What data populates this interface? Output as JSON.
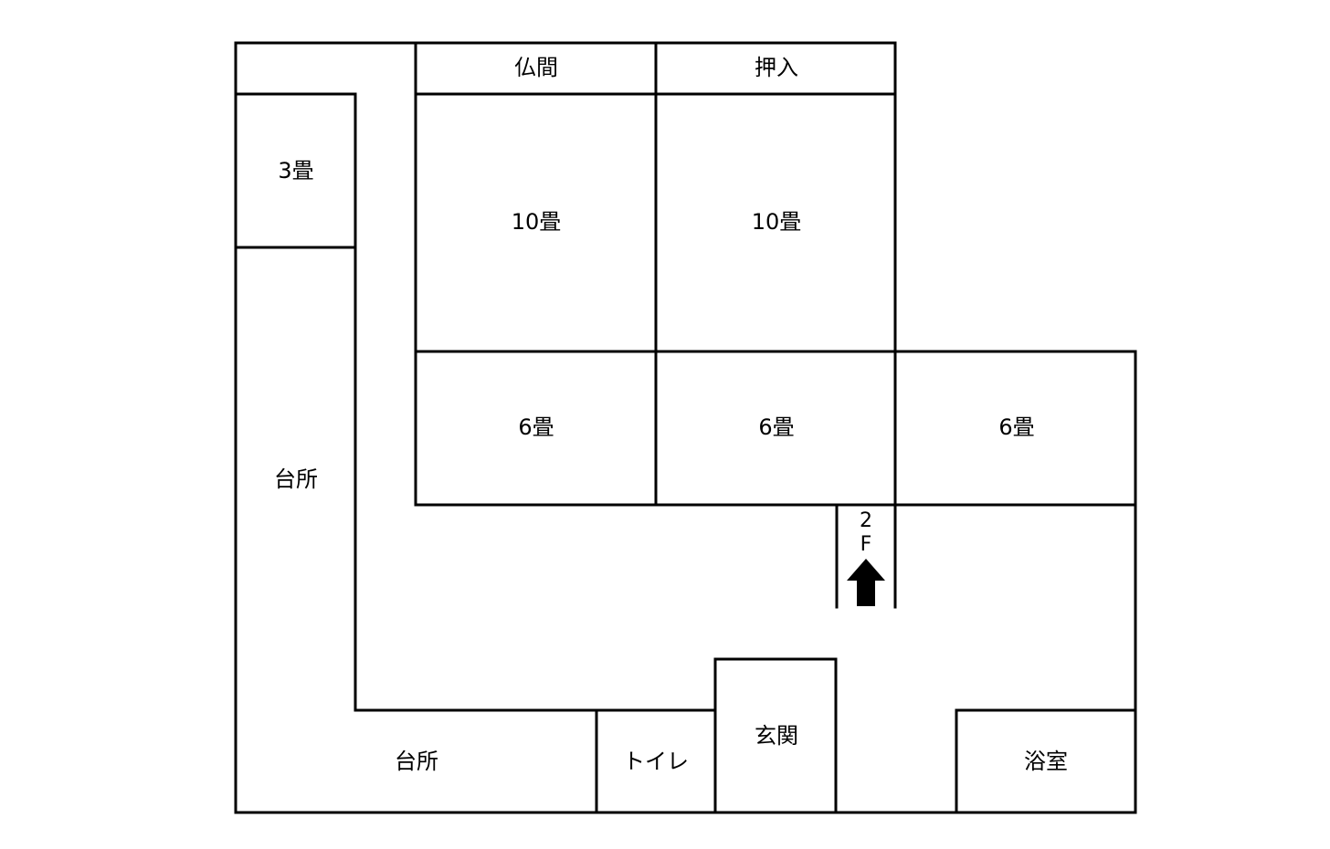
{
  "rooms": {
    "butsuma": "仏間",
    "oshiire": "押入",
    "sanjo": "3畳",
    "juujo_left": "10畳",
    "juujo_right": "10畳",
    "rokujo_left": "6畳",
    "rokujo_mid": "6畳",
    "rokujo_right": "6畳",
    "daidokoro_side": "台所",
    "daidokoro_bottom": "台所",
    "toilet": "トイレ",
    "genkan": "玄関",
    "yokushitsu": "浴室"
  },
  "stairs": {
    "floor_digit": "2",
    "floor_letter": "F",
    "arrow_icon": "up-arrow-icon"
  },
  "colors": {
    "wall": "#000000",
    "background": "#ffffff"
  }
}
